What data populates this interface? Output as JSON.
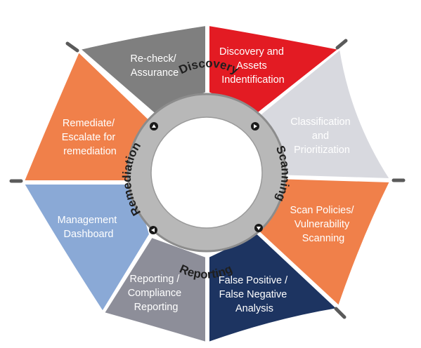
{
  "segments": [
    {
      "id": "recheck",
      "lines": [
        "Re-check/",
        "Assurance"
      ],
      "color": "#7f7f7f",
      "text_color": "#ffffff"
    },
    {
      "id": "discovery",
      "lines": [
        "Discovery and",
        "Assets",
        "Indentification"
      ],
      "color": "#e31b23",
      "text_color": "#ffffff"
    },
    {
      "id": "classification",
      "lines": [
        "Classification",
        "and",
        "Prioritization"
      ],
      "color": "#d8d9df",
      "text_color": "#6b7480"
    },
    {
      "id": "scan",
      "lines": [
        "Scan Policies/",
        "Vulnerability",
        "Scanning"
      ],
      "color": "#f0804a",
      "text_color": "#ffffff"
    },
    {
      "id": "falsepos",
      "lines": [
        "False Positive /",
        "False Negative",
        "Analysis"
      ],
      "color": "#1d3461",
      "text_color": "#ffffff"
    },
    {
      "id": "reporting",
      "lines": [
        "Reporting /",
        "Compliance",
        "Reporting"
      ],
      "color": "#8d8e99",
      "text_color": "#ffffff"
    },
    {
      "id": "dashboard",
      "lines": [
        "Management",
        "Dashboard"
      ],
      "color": "#8aa9d6",
      "text_color": "#ffffff"
    },
    {
      "id": "remediate",
      "lines": [
        "Remediate/",
        "Escalate for",
        "remediation"
      ],
      "color": "#f0804a",
      "text_color": "#ffffff"
    }
  ],
  "ring": {
    "discovery": "Discovery",
    "scanning": "Scanning",
    "reporting": "Reporting",
    "remediation": "Remediation"
  },
  "colors": {
    "ring_fill": "#b8b8b8",
    "ring_edge": "#8c8c8c",
    "spoke": "#5a5a5a",
    "arrow": "#1a1a1a"
  }
}
